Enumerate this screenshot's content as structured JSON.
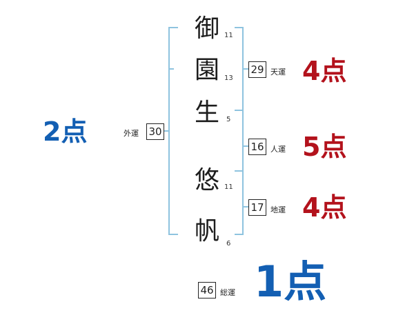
{
  "name_chars": [
    {
      "char": "御",
      "strokes": "11"
    },
    {
      "char": "園",
      "strokes": "13"
    },
    {
      "char": "生",
      "strokes": "5"
    },
    {
      "char": "悠",
      "strokes": "11"
    },
    {
      "char": "帆",
      "strokes": "6"
    }
  ],
  "fortunes": {
    "gaiun": {
      "label": "外運",
      "value": "30",
      "score": "2点"
    },
    "tenun": {
      "label": "天運",
      "value": "29",
      "score": "4点"
    },
    "jinun": {
      "label": "人運",
      "value": "16",
      "score": "5点"
    },
    "chiun": {
      "label": "地運",
      "value": "17",
      "score": "4点"
    },
    "souun": {
      "label": "総運",
      "value": "46",
      "score": "1点"
    }
  },
  "colors": {
    "bracket": "#8ec3df",
    "score_red": "#b3121c",
    "score_blue": "#135fb3"
  }
}
